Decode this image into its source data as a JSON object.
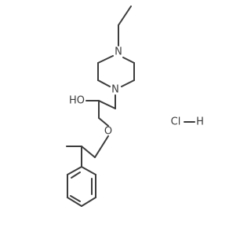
{
  "molecule": {
    "atoms": {
      "n_top": "N",
      "n_bottom": "N",
      "oh": "HO",
      "ether_o": "O"
    },
    "salt": {
      "cl": "Cl",
      "h": "H"
    }
  },
  "colors": {
    "bond": "#3c3c3c",
    "label": "#3c3c3c",
    "background": "#ffffff"
  }
}
